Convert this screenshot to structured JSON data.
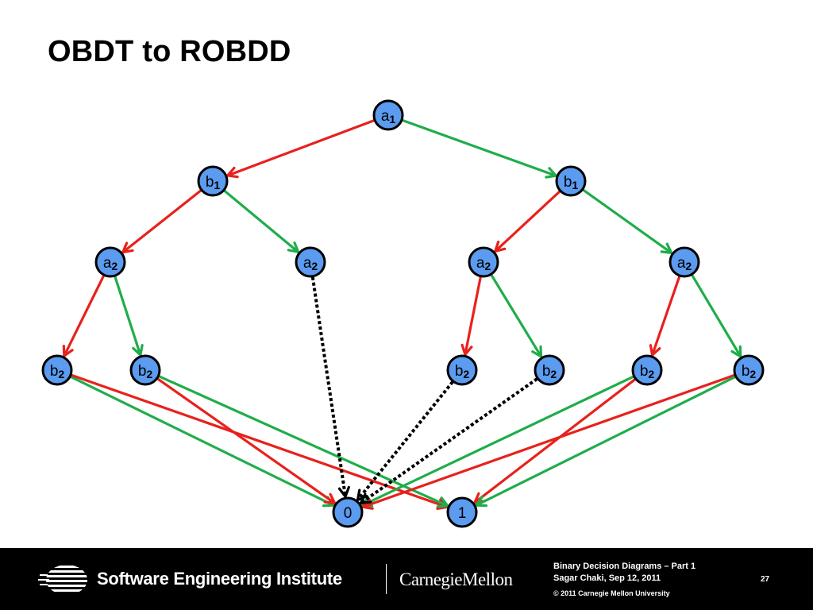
{
  "slide": {
    "title": "OBDT to ROBDD"
  },
  "diagram": {
    "colors": {
      "node_fill": "#5b9bf0",
      "node_stroke": "#000000",
      "low_edge": "#e8211c",
      "high_edge": "#1fad4b",
      "dotted_edge": "#000000"
    },
    "nodes": [
      {
        "id": "r",
        "var": "a",
        "sub": "1"
      },
      {
        "id": "bL",
        "var": "b",
        "sub": "1"
      },
      {
        "id": "bR",
        "var": "b",
        "sub": "1"
      },
      {
        "id": "a1",
        "var": "a",
        "sub": "2"
      },
      {
        "id": "a2",
        "var": "a",
        "sub": "2"
      },
      {
        "id": "a3",
        "var": "a",
        "sub": "2"
      },
      {
        "id": "a4",
        "var": "a",
        "sub": "2"
      },
      {
        "id": "c1",
        "var": "b",
        "sub": "2"
      },
      {
        "id": "c2",
        "var": "b",
        "sub": "2"
      },
      {
        "id": "c5",
        "var": "b",
        "sub": "2"
      },
      {
        "id": "c6",
        "var": "b",
        "sub": "2"
      },
      {
        "id": "c7",
        "var": "b",
        "sub": "2"
      },
      {
        "id": "c8",
        "var": "b",
        "sub": "2"
      },
      {
        "id": "t0",
        "var": "0",
        "sub": ""
      },
      {
        "id": "t1",
        "var": "1",
        "sub": ""
      }
    ],
    "edges": [
      {
        "from": "r",
        "to": "bL",
        "kind": "low"
      },
      {
        "from": "r",
        "to": "bR",
        "kind": "high"
      },
      {
        "from": "bL",
        "to": "a1",
        "kind": "low"
      },
      {
        "from": "bL",
        "to": "a2",
        "kind": "high"
      },
      {
        "from": "bR",
        "to": "a3",
        "kind": "low"
      },
      {
        "from": "bR",
        "to": "a4",
        "kind": "high"
      },
      {
        "from": "a1",
        "to": "c1",
        "kind": "low"
      },
      {
        "from": "a1",
        "to": "c2",
        "kind": "high"
      },
      {
        "from": "a3",
        "to": "c5",
        "kind": "low"
      },
      {
        "from": "a3",
        "to": "c6",
        "kind": "high"
      },
      {
        "from": "a4",
        "to": "c7",
        "kind": "low"
      },
      {
        "from": "a4",
        "to": "c8",
        "kind": "high"
      },
      {
        "from": "c1",
        "to": "t0",
        "kind": "high"
      },
      {
        "from": "c1",
        "to": "t1",
        "kind": "low"
      },
      {
        "from": "c2",
        "to": "t0",
        "kind": "low"
      },
      {
        "from": "c2",
        "to": "t1",
        "kind": "high"
      },
      {
        "from": "c7",
        "to": "t0",
        "kind": "high"
      },
      {
        "from": "c7",
        "to": "t1",
        "kind": "low"
      },
      {
        "from": "c8",
        "to": "t0",
        "kind": "low"
      },
      {
        "from": "c8",
        "to": "t1",
        "kind": "high"
      },
      {
        "from": "a2",
        "to": "t0",
        "kind": "dotted"
      },
      {
        "from": "c5",
        "to": "t0",
        "kind": "dotted"
      },
      {
        "from": "c6",
        "to": "t0",
        "kind": "dotted"
      }
    ]
  },
  "footer": {
    "logo_icon": "sei-striped-globe-icon",
    "org_name": "Software Engineering Institute",
    "university": "CarnegieMellon",
    "deck_title": "Binary Decision Diagrams – Part 1",
    "author_date": "Sagar Chaki, Sep 12, 2011",
    "copyright": "© 2011 Carnegie Mellon University",
    "page_number": "27"
  }
}
